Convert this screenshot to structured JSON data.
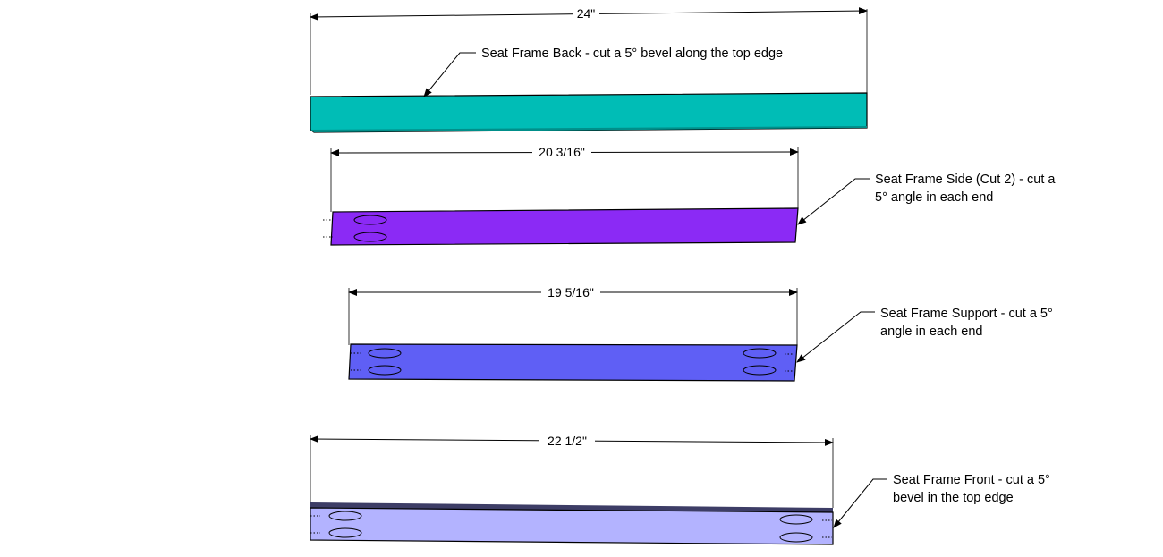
{
  "colors": {
    "seat_frame_back": "#00BDB6",
    "seat_frame_back_top": "#008f8a",
    "seat_frame_side": "#8B2AF5",
    "seat_frame_support": "#5F5FF5",
    "seat_frame_front": "#B3B3FF",
    "seat_frame_front_top": "#3d3d66",
    "line": "#000000"
  },
  "parts": {
    "back": {
      "dimension": "24\"",
      "label_lines": [
        "Seat Frame Back - cut a 5° bevel along the top edge"
      ]
    },
    "side": {
      "dimension": "20 3/16\"",
      "label_lines": [
        "Seat Frame Side (Cut 2) - cut a",
        "5° angle in each end"
      ]
    },
    "support": {
      "dimension": "19 5/16\"",
      "label_lines": [
        "Seat Frame Support - cut a 5°",
        "angle in each end"
      ]
    },
    "front": {
      "dimension": "22 1/2\"",
      "label_lines": [
        "Seat Frame Front - cut a 5°",
        "bevel in the top edge"
      ]
    }
  }
}
